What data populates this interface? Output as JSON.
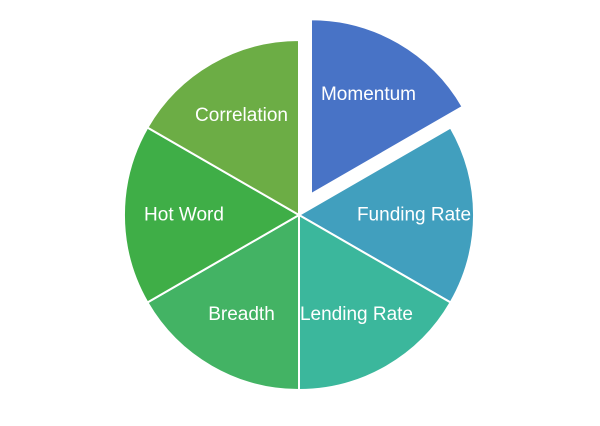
{
  "page": {
    "background_color": "#ffffff"
  },
  "chart_data": {
    "type": "pie",
    "title": "",
    "legend": "none",
    "label_position": "inside",
    "label_color": "#ffffff",
    "slice_border_color": "#ffffff",
    "start_angle_deg": 0,
    "direction": "clockwise",
    "categories": [
      "Momentum",
      "Funding Rate",
      "Lending Rate",
      "Breadth",
      "Hot Word",
      "Correlation"
    ],
    "values": [
      16.7,
      16.7,
      16.7,
      16.7,
      16.7,
      16.7
    ],
    "slices": [
      {
        "label": "Momentum",
        "value": 16.7,
        "color": "#4873C6",
        "exploded": true
      },
      {
        "label": "Funding Rate",
        "value": 16.7,
        "color": "#419FBE",
        "exploded": false
      },
      {
        "label": "Lending Rate",
        "value": 16.7,
        "color": "#3BB79C",
        "exploded": false
      },
      {
        "label": "Breadth",
        "value": 16.7,
        "color": "#43B364",
        "exploded": false
      },
      {
        "label": "Hot Word",
        "value": 16.7,
        "color": "#3FAE47",
        "exploded": false
      },
      {
        "label": "Correlation",
        "value": 16.7,
        "color": "#6CAD45",
        "exploded": false
      }
    ]
  }
}
